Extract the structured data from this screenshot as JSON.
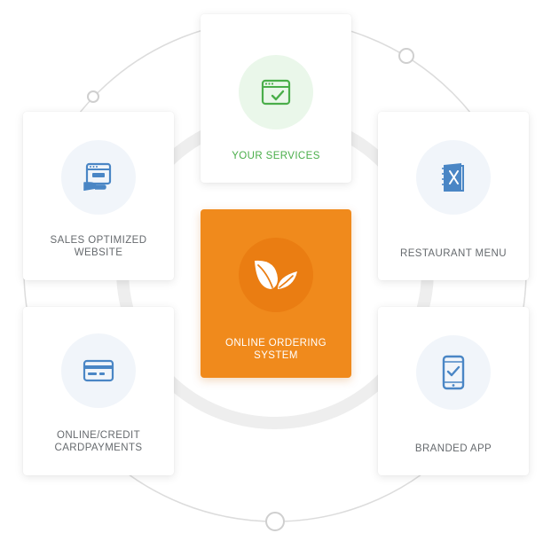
{
  "colors": {
    "accent_orange": "#f08a1c",
    "icon_blue": "#4a86c5",
    "icon_green": "#4aae4a",
    "label_gray": "#666a6e"
  },
  "cards": {
    "your_services": {
      "label": "YOUR SERVICES",
      "icon": "browser-check-icon"
    },
    "sales_website": {
      "line1": "SALES OPTIMIZED",
      "line2": "WEBSITE",
      "icon": "website-hand-icon"
    },
    "restaurant_menu": {
      "label": "RESTAURANT MENU",
      "icon": "menu-book-icon"
    },
    "online_ordering": {
      "line1": "ONLINE ORDERING",
      "line2": "SYSTEM",
      "icon": "leaves-icon"
    },
    "credit_payments": {
      "line1": "ONLINE/CREDIT",
      "line2": "CARDPAYMENTS",
      "icon": "credit-card-icon"
    },
    "branded_app": {
      "label": "BRANDED APP",
      "icon": "phone-check-icon"
    }
  }
}
